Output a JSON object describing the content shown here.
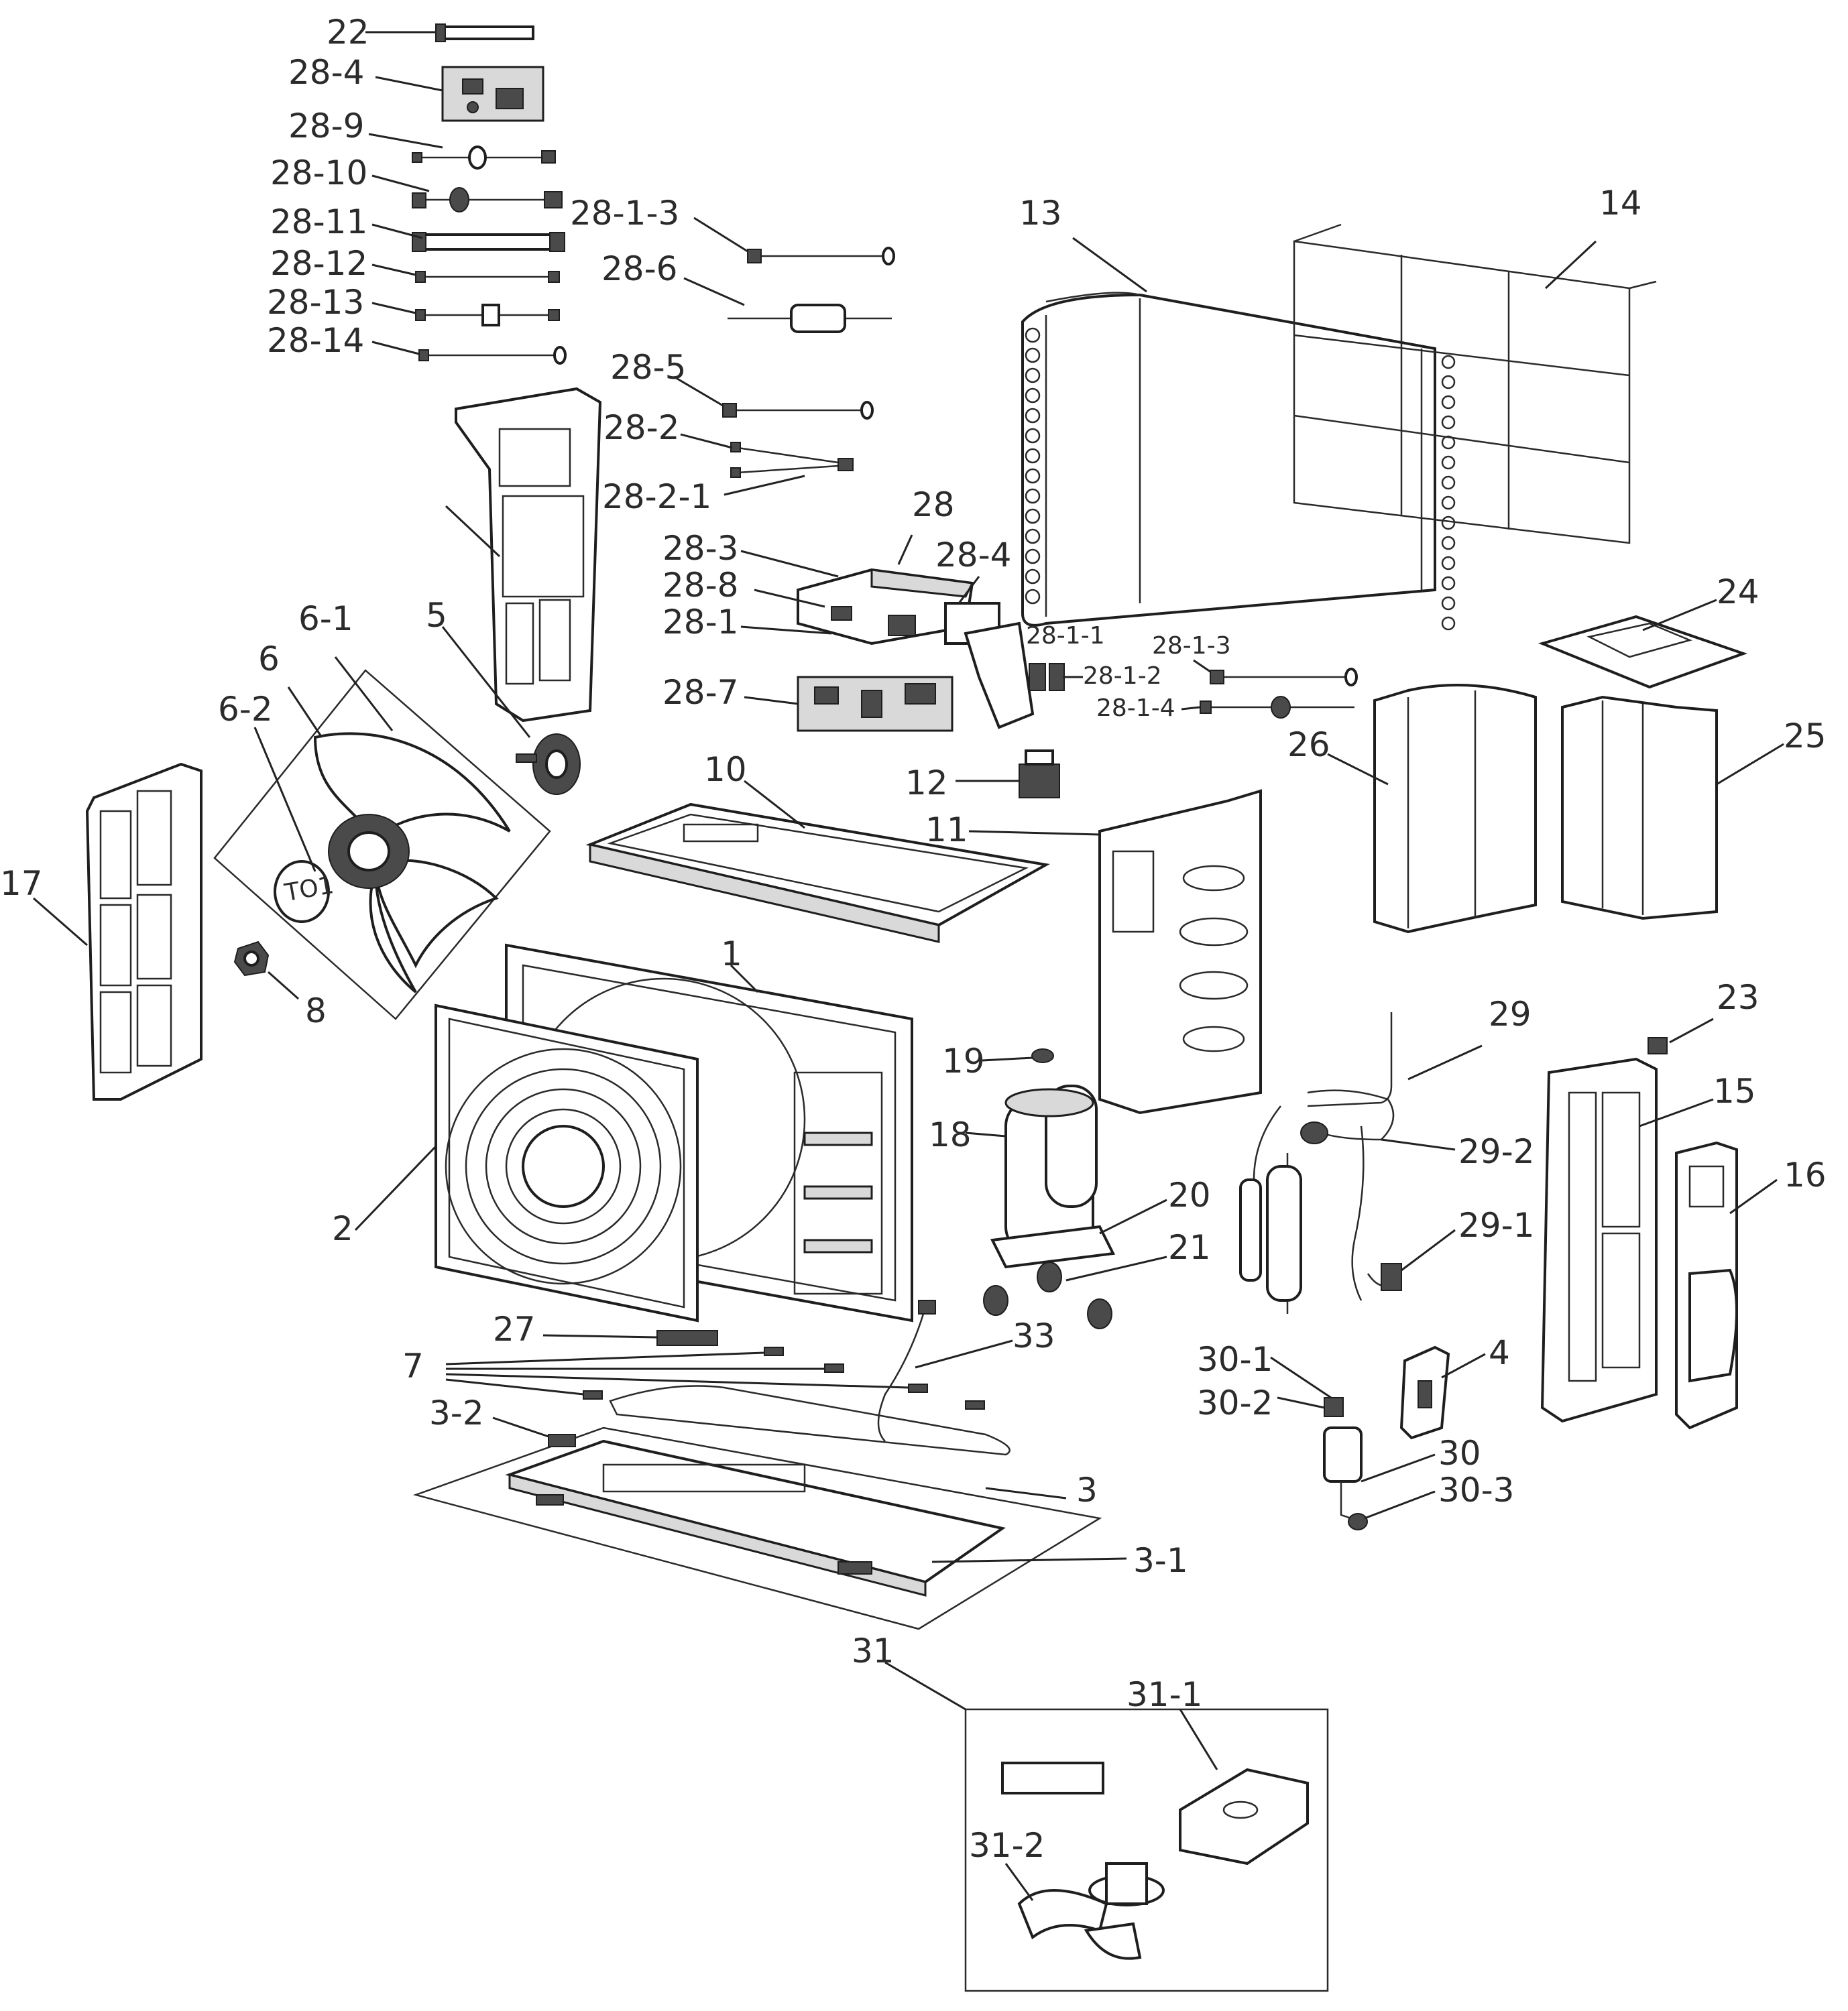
{
  "labels": {
    "p22": "22",
    "p28_4_top": "28-4",
    "p28_9": "28-9",
    "p28_10": "28-10",
    "p28_11": "28-11",
    "p28_12": "28-12",
    "p28_13": "28-13",
    "p28_14": "28-14",
    "p28_1_3_top": "28-1-3",
    "p28_6": "28-6",
    "p28_5": "28-5",
    "p28_2": "28-2",
    "p28_2_1": "28-2-1",
    "p28": "28",
    "p28_3": "28-3",
    "p28_4": "28-4",
    "p28_8": "28-8",
    "p28_1": "28-1",
    "p28_7": "28-7",
    "p28_1_1": "28-1-1",
    "p28_1_2": "28-1-2",
    "p28_1_3": "28-1-3",
    "p28_1_4": "28-1-4",
    "p13": "13",
    "p14": "14",
    "p24": "24",
    "p26": "26",
    "p25": "25",
    "p12": "12",
    "p11": "11",
    "p10": "10",
    "p5": "5",
    "p6_1": "6-1",
    "p6": "6",
    "p6_2": "6-2",
    "p17": "17",
    "p8": "8",
    "p1": "1",
    "p2": "2",
    "p19": "19",
    "p18": "18",
    "p20": "20",
    "p21": "21",
    "p29": "29",
    "p29_2": "29-2",
    "p29_1": "29-1",
    "p23": "23",
    "p15": "15",
    "p16": "16",
    "p4": "4",
    "p27": "27",
    "p7": "7",
    "p33": "33",
    "p3_2": "3-2",
    "p3": "3",
    "p3_1": "3-1",
    "p30_1": "30-1",
    "p30_2": "30-2",
    "p30": "30",
    "p30_3": "30-3",
    "p31": "31",
    "p31_1": "31-1",
    "p31_2": "31-2"
  },
  "fan_blade_marking": "TO1"
}
